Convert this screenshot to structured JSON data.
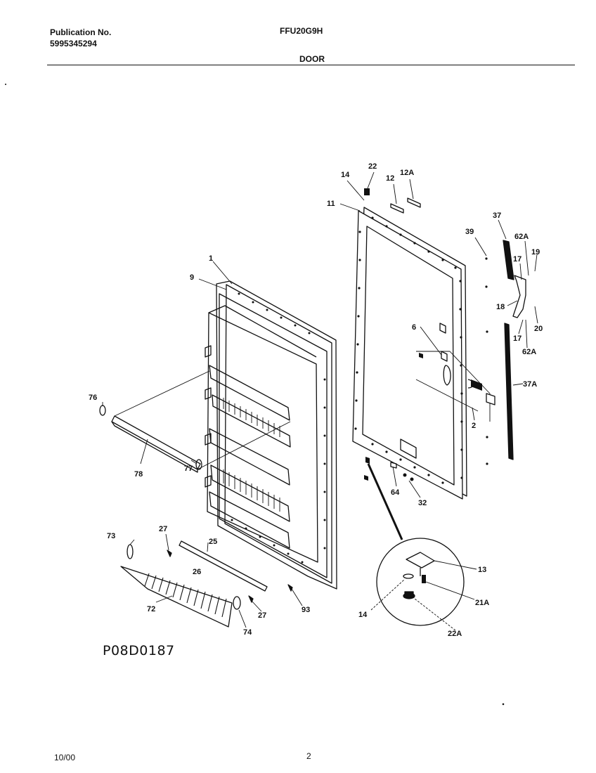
{
  "header": {
    "publication_label": "Publication No.",
    "publication_number": "5995345294",
    "model": "FFU20G9H",
    "section": "DOOR"
  },
  "diagram": {
    "code": "P08D0187",
    "labels": {
      "l1": "1",
      "l9": "9",
      "l76": "76",
      "l78": "78",
      "l77": "77",
      "l73": "73",
      "l27a": "27",
      "l25": "25",
      "l26": "26",
      "l72": "72",
      "l27b": "27",
      "l74": "74",
      "l93": "93",
      "l14a": "14",
      "l22": "22",
      "l12": "12",
      "l12A": "12A",
      "l11": "11",
      "l39": "39",
      "l37": "37",
      "l62Aa": "62A",
      "l19": "19",
      "l17a": "17",
      "l18": "18",
      "l20": "20",
      "l17b": "17",
      "l62Ab": "62A",
      "l6": "6",
      "l37A": "37A",
      "l2": "2",
      "l64": "64",
      "l32": "32",
      "l13": "13",
      "l21A": "21A",
      "l14b": "14",
      "l22A": "22A"
    }
  },
  "footer": {
    "date": "10/00",
    "page": "2"
  }
}
